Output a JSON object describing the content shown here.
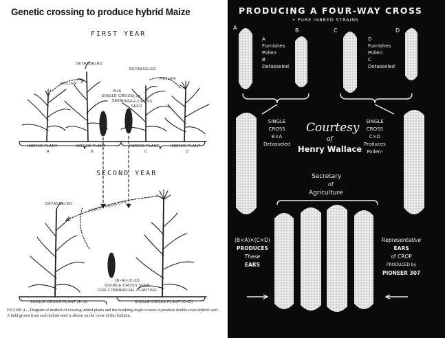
{
  "left_panel": {
    "header": "Genetic crossing to produce hybrid Maize",
    "first_year": "FIRST YEAR",
    "second_year": "SECOND YEAR",
    "detasseled_1": "DETASSELED",
    "detasseled_2": "DETASSELED",
    "detasseled_3": "DETASSELED",
    "pollen": "POLLEN",
    "pollen_2": "POLLEN",
    "pollen_from_cxd": "POLLEN FROM C×D",
    "seed_bxa_1": "B×A",
    "seed_bxa_2": "SINGLE-CROSS",
    "seed_bxa_3": "SEED",
    "seed_cxd_1": "C×D",
    "seed_cxd_2": "SINGLE-CROSS",
    "seed_cxd_3": "SEED",
    "plant_a": "INBRED PLANT",
    "plant_a_letter": "A",
    "plant_b": "INBRED PLANT",
    "plant_b_letter": "B",
    "plant_c": "INBRED PLANT",
    "plant_c_letter": "C",
    "plant_d": "INBRED PLANT",
    "plant_d_letter": "D",
    "single_cross_bxa": "SINGLE-CROSS PLANT (B×A)",
    "single_cross_cxd": "SINGLE-CROSS PLANT (C×D)",
    "double_1": "(B×A)×(C×D)",
    "double_2": "DOUBLE-CROSS SEED",
    "double_3": "FOR COMMERCIAL PLANTING",
    "caption": "FIGURE 4.—Diagram of method of crossing inbred plants and the resulting single crosses to produce double-cross hybrid seed. A field grown from such hybrid seed is shown on the cover of this bulletin."
  },
  "right_panel": {
    "title": "PRODUCING A FOUR-WAY CROSS",
    "subtitle": "• PURE INBRED STRAINS",
    "ear_a": "A",
    "ear_b": "B",
    "ear_c": "C",
    "ear_d": "D",
    "note_a1": "A",
    "note_a2": "Furnishes",
    "note_a3": "Pollen",
    "note_a4": "B",
    "note_a5": "Detasseled",
    "note_d1": "D",
    "note_d2": "Furnishes",
    "note_d3": "Pollen",
    "note_d4": "C",
    "note_d5": "Detasseled",
    "sc_left_1": "SINGLE",
    "sc_left_2": "CROSS",
    "sc_left_3": "B×A",
    "sc_left_4": "Detasseled",
    "sc_right_1": "SINGLE",
    "sc_right_2": "CROSS",
    "sc_right_3": "C×D",
    "sc_right_4": "Produces",
    "sc_right_5": "Pollen-",
    "courtesy": "Courtesy",
    "of": "of",
    "wallace": "Henry Wallace",
    "secretary": "Secretary",
    "of2": "of",
    "agriculture": "Agriculture",
    "produces_1": "(B×A)×(C×D)",
    "produces_2": "PRODUCES",
    "produces_3": "These",
    "produces_4": "EARS",
    "rep_1": "Representative",
    "rep_2": "EARS",
    "rep_3": "of CROP",
    "rep_4": "PRODUCED by",
    "rep_5": "PIONEER 307"
  }
}
